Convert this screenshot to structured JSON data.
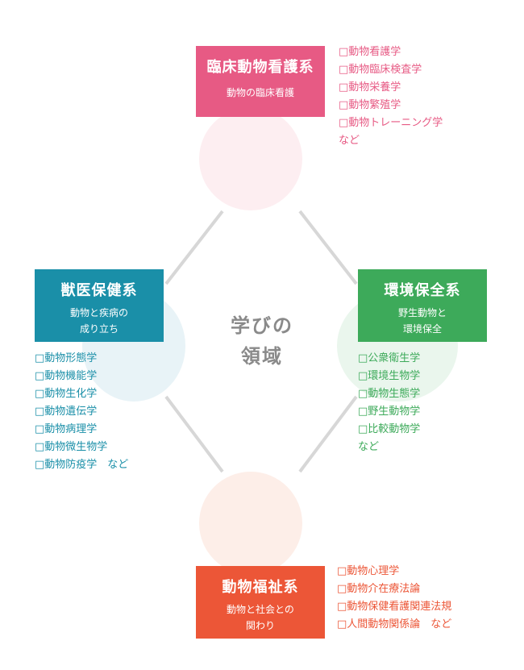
{
  "center": {
    "line1": "学びの",
    "line2": "領域"
  },
  "colors": {
    "nursing": "#e75a84",
    "vet": "#1a8fa8",
    "env": "#3daa5a",
    "welfare": "#ec5637",
    "line": "#d7d7d7"
  },
  "nursing": {
    "title": "臨床動物看護系",
    "subtitle": "動物の臨床看護",
    "items": [
      "□動物看護学",
      "□動物臨床検査学",
      "□動物栄養学",
      "□動物繁殖学",
      "□動物トレーニング学"
    ],
    "suffix": "など"
  },
  "vet": {
    "title": "獣医保健系",
    "subtitle_line1": "動物と疾病の",
    "subtitle_line2": "成り立ち",
    "items": [
      "□動物形態学",
      "□動物機能学",
      "□動物生化学",
      "□動物遺伝学",
      "□動物病理学",
      "□動物微生物学",
      "□動物防疫学　など"
    ]
  },
  "env": {
    "title": "環境保全系",
    "subtitle_line1": "野生動物と",
    "subtitle_line2": "環境保全",
    "items": [
      "□公衆衛生学",
      "□環境生物学",
      "□動物生態学",
      "□野生動物学",
      "□比較動物学"
    ],
    "suffix": "など"
  },
  "welfare": {
    "title": "動物福祉系",
    "subtitle_line1": "動物と社会との",
    "subtitle_line2": "関わり",
    "items": [
      "□動物心理学",
      "□動物介在療法論",
      "□動物保健看護関連法規",
      "□人間動物関係論　など"
    ]
  }
}
